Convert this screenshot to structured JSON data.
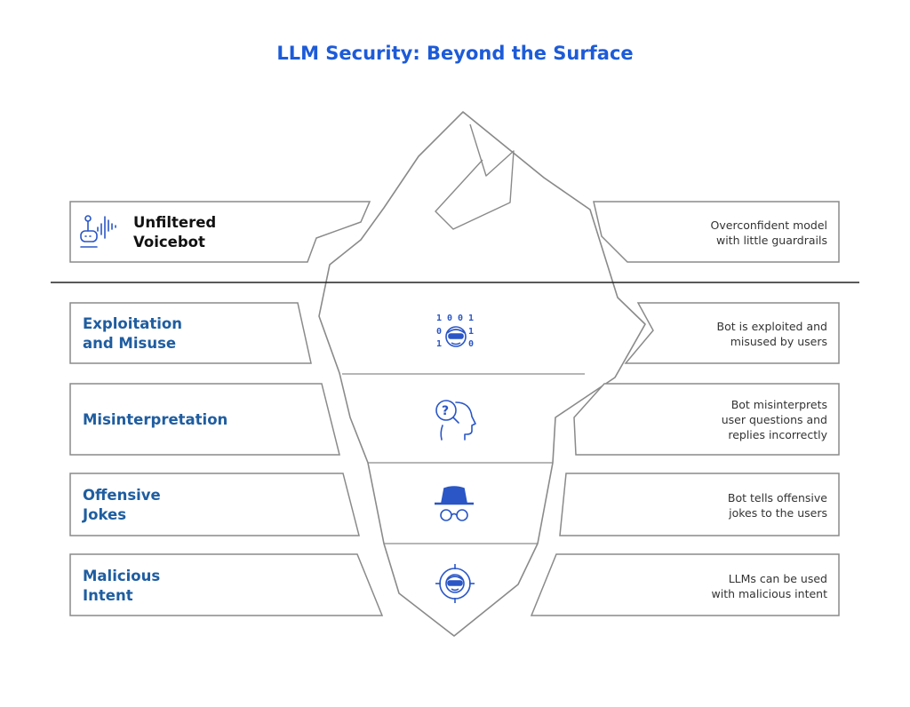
{
  "title": "LLM Security: Beyond the Surface",
  "tip": {
    "label": "Unfiltered\nVoicebot",
    "description": "Overconfident model\nwith little guardrails",
    "icon": "voicebot-icon"
  },
  "layers": [
    {
      "label": "Exploitation\nand Misuse",
      "description": "Bot is exploited and\nmisused by users",
      "icon": "binary-hacker-icon",
      "binary": [
        "1",
        "0",
        "0",
        "1",
        "0",
        "1",
        "1",
        "0"
      ]
    },
    {
      "label": "Misinterpretation",
      "description": "Bot misinterprets\nuser questions and\nreplies incorrectly",
      "icon": "question-head-icon",
      "glyph": "?"
    },
    {
      "label": "Offensive\nJokes",
      "description": "Bot tells offensive\njokes to the users",
      "icon": "incognito-icon"
    },
    {
      "label": "Malicious\nIntent",
      "description": "LLMs can be used\nwith malicious intent",
      "icon": "target-hacker-icon"
    }
  ],
  "colors": {
    "title": "#1d5bd8",
    "layer_label": "#1f5da0",
    "icon": "#2a56c6",
    "outline": "#8a8a8a",
    "waterline": "#222222"
  }
}
